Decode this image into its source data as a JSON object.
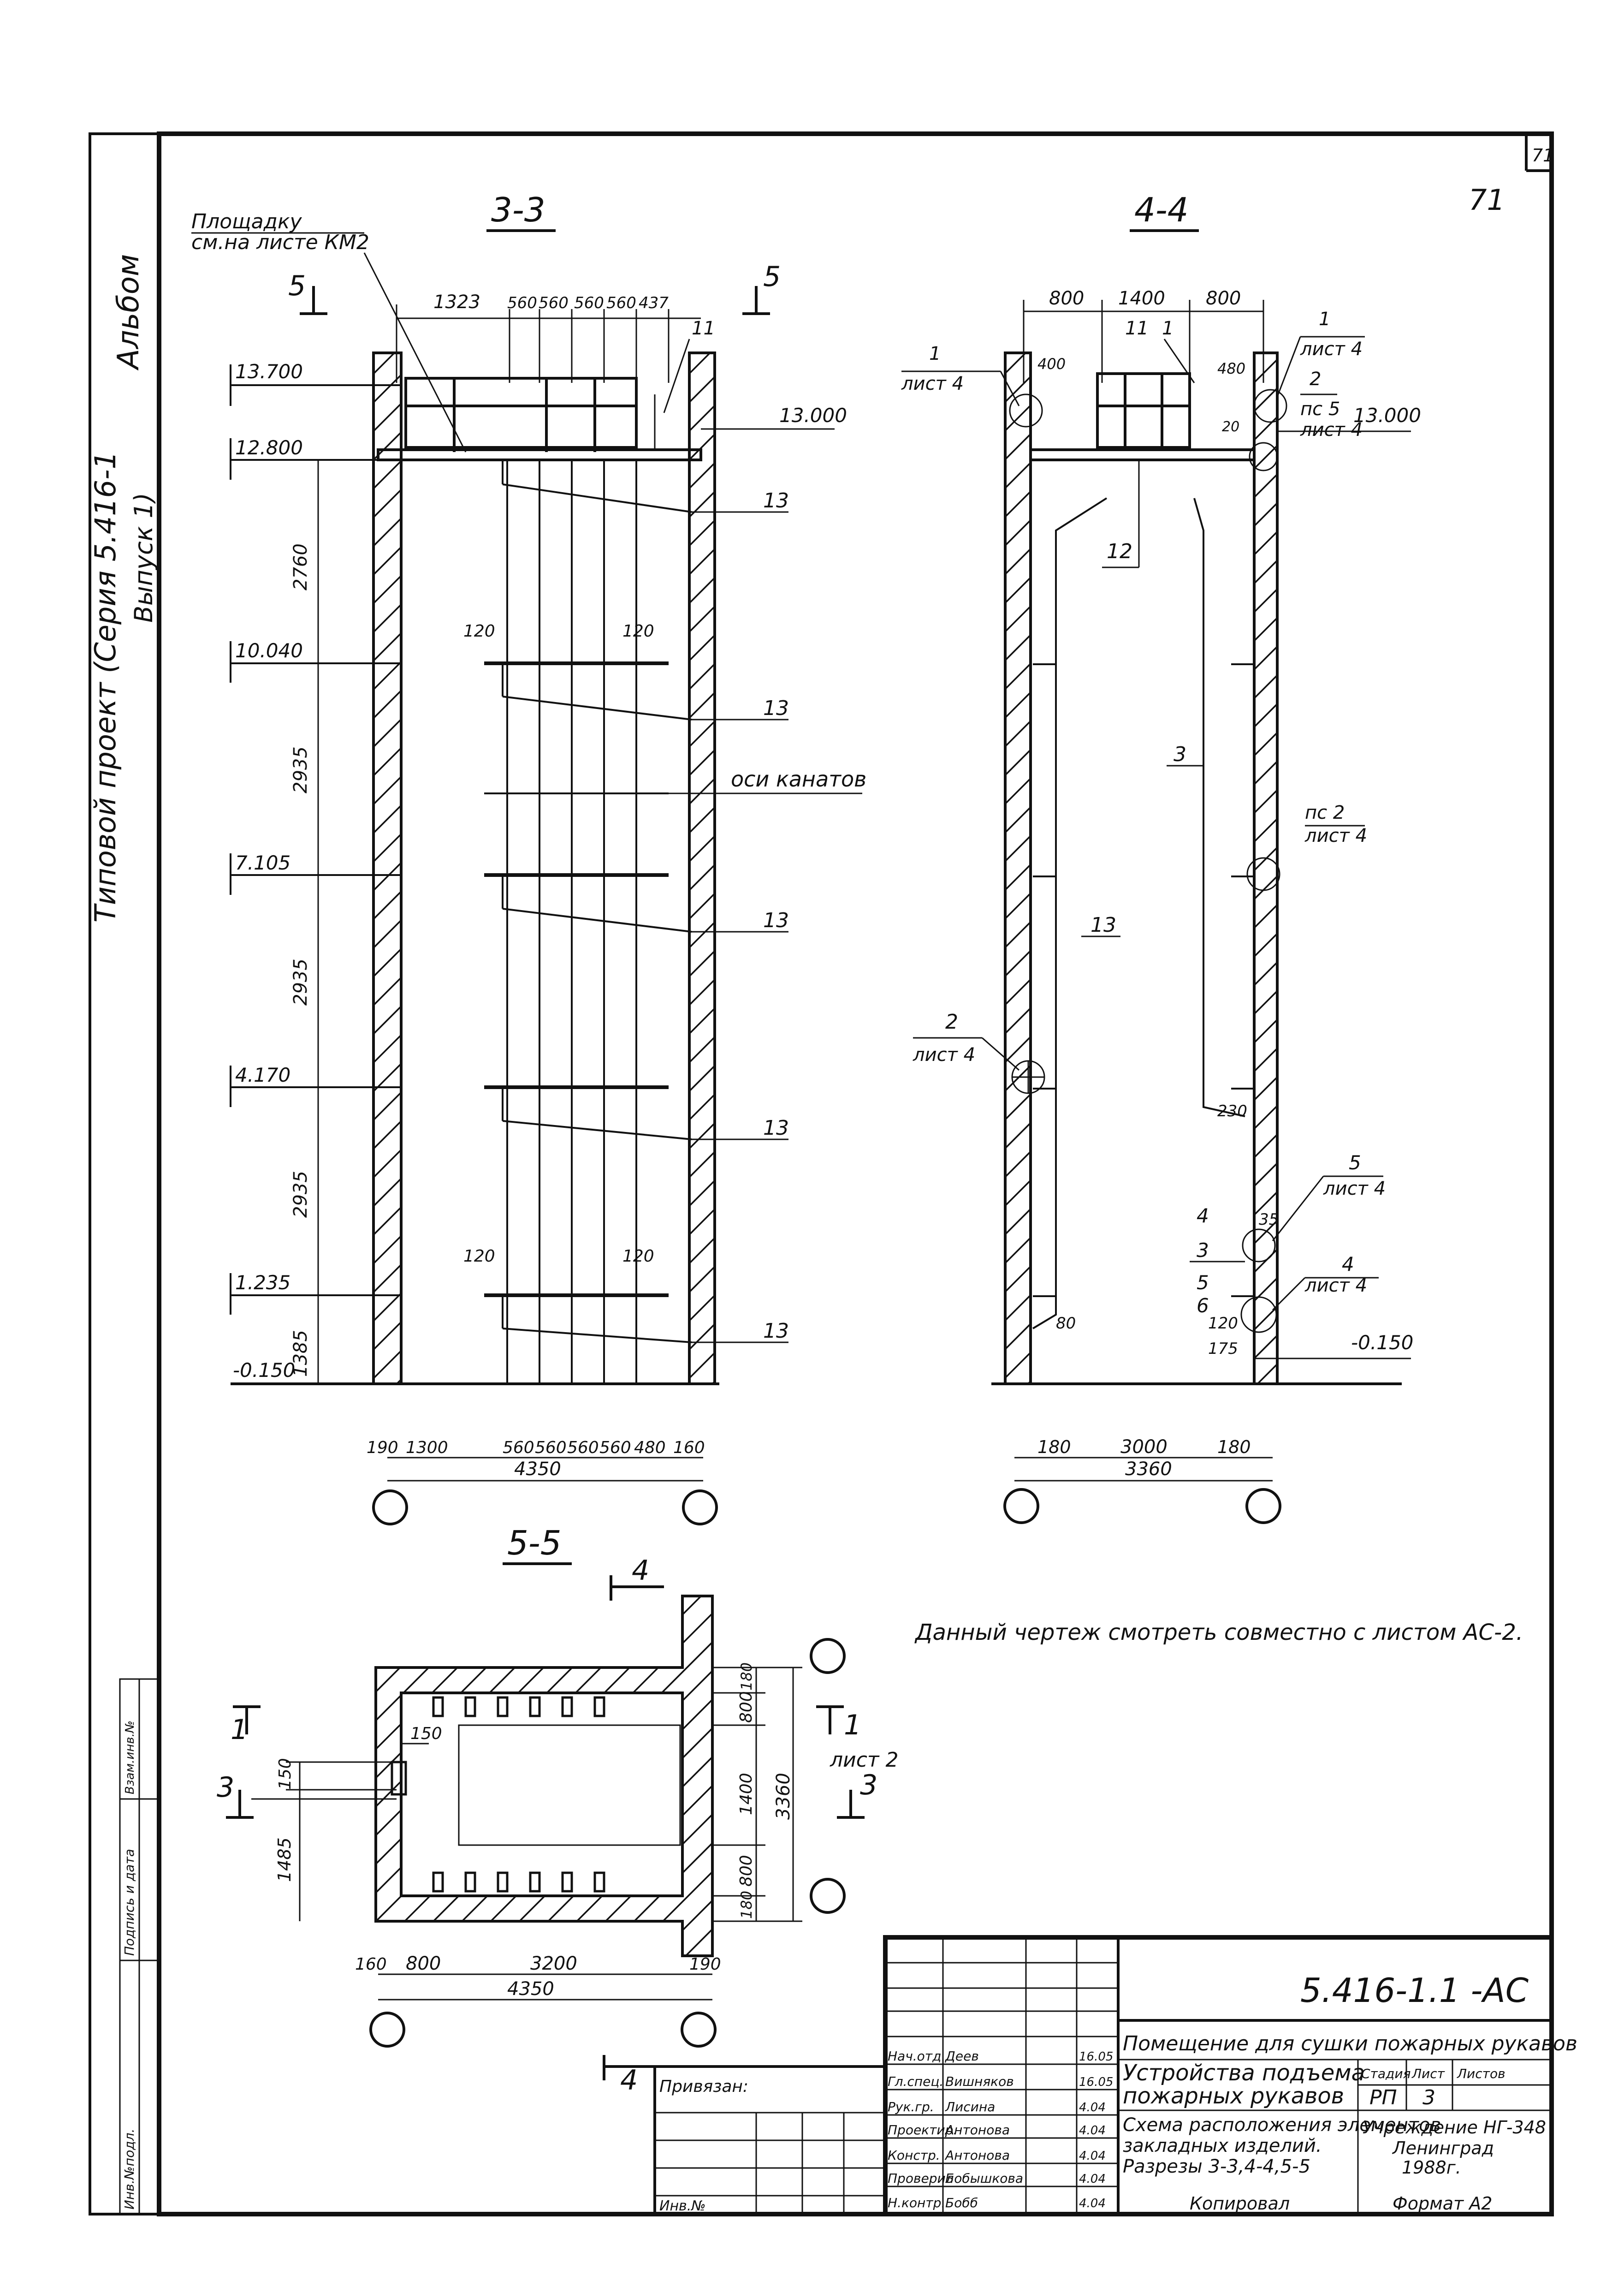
{
  "sheet_corner": "71",
  "sheet_number_mark": "71",
  "margin": {
    "album": "Альбом",
    "project": "Типовой проект (Серия 5.416-1",
    "issue": "Выпуск 1)",
    "stamp_cols": [
      "Инв.№подл.",
      "Подпись и дата",
      "Взам.инв.№"
    ]
  },
  "sec33": {
    "title": "3-3",
    "platform_note_1": "Площадку",
    "platform_note_2": "см.на листе КМ2",
    "cut_label": "5",
    "top_dims": [
      "1323",
      "560",
      "560",
      "560",
      "560",
      "437"
    ],
    "callout_11": "11",
    "levels": [
      "13.700",
      "12.800",
      "10.040",
      "7.105",
      "4.170",
      "1.235",
      "-0.150"
    ],
    "vdims": [
      "2760",
      "2935",
      "2935",
      "2935",
      "1385"
    ],
    "right_level": "13.000",
    "callout_13": "13",
    "dim_120": "120",
    "axes_label": "оси канатов",
    "bottom_dims": [
      "190",
      "1300",
      "560",
      "560",
      "560",
      "560",
      "480",
      "160"
    ],
    "total": "4350"
  },
  "sec44": {
    "title": "4-4",
    "top_dims": [
      "800",
      "1400",
      "800"
    ],
    "sub_dims": [
      "400",
      "480",
      "20"
    ],
    "callout_1": "1",
    "callout_11": "11",
    "callout_12": "12",
    "callout_3": "3",
    "callout_13": "13",
    "leaf": "лист 4",
    "pc5": "пс 5",
    "pc2": "пс 2",
    "node2": "2",
    "level_top": "13.000",
    "level_bot": "-0.150",
    "dims_small": [
      "230",
      "35",
      "80",
      "120",
      "175",
      "1400"
    ],
    "callouts_bottom": [
      "5",
      "4",
      "3",
      "5",
      "6",
      "4"
    ],
    "bottom_dims": [
      "180",
      "3000",
      "180"
    ],
    "total": "3360"
  },
  "note": "Данный чертеж смотреть совместно с листом АС-2.",
  "sec55": {
    "title": "5-5",
    "cut4": "4",
    "cut1": "1",
    "cut3": "3",
    "leaf2": "лист 2",
    "dim_150a": "150",
    "dim_150b": "150",
    "dim_1485": "1485",
    "right_dims": [
      "180",
      "800",
      "1400",
      "800",
      "180"
    ],
    "right_total": "3360",
    "bottom_dims": [
      "160",
      "800",
      "3200",
      "190"
    ],
    "total": "4350"
  },
  "titleblock": {
    "code": "5.416-1.1 -АС",
    "object": "Помещение для сушки пожарных рукавов",
    "title_1": "Устройства подъема",
    "title_2": "пожарных рукавов",
    "sheet_title_1": "Схема расположения элементов",
    "sheet_title_2": "закладных изделий.",
    "sheet_title_3": "Разрезы 3-3,4-4,5-5",
    "stage_hdr": "Стадия",
    "sheet_hdr": "Лист",
    "sheets_hdr": "Листов",
    "stage": "РП",
    "sheet": "3",
    "org_1": "Учреждение НГ-348",
    "org_2": "Ленинград",
    "org_3": "1988г.",
    "privyazan": "Привязан:",
    "inv": "Инв.№",
    "copied": "Копировал",
    "format": "Формат А2",
    "roles": [
      {
        "role": "Нач.отд.",
        "name": "Деев",
        "date": "16.05"
      },
      {
        "role": "Гл.спец.",
        "name": "Вишняков",
        "date": "16.05"
      },
      {
        "role": "Рук.гр.",
        "name": "Лисина",
        "date": "4.04"
      },
      {
        "role": "Проектир.",
        "name": "Антонова",
        "date": "4.04"
      },
      {
        "role": "Констр.",
        "name": "Антонова",
        "date": "4.04"
      },
      {
        "role": "Проверил",
        "name": "Бобышкова",
        "date": "4.04"
      },
      {
        "role": "Н.контр.",
        "name": "Бобб",
        "date": "4.04"
      }
    ]
  }
}
